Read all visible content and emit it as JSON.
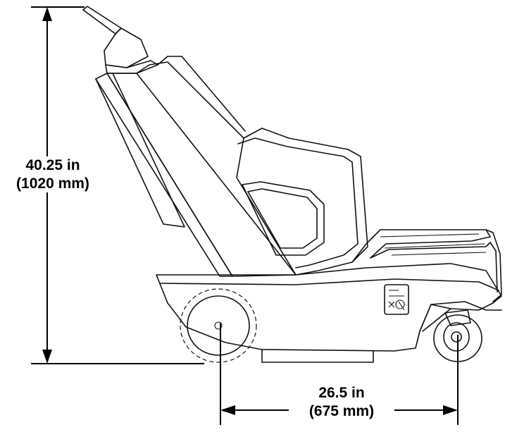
{
  "dimensions": {
    "height": {
      "imperial": "40.25 in",
      "metric": "(1020 mm)"
    },
    "width": {
      "imperial": "26.5 in",
      "metric": "(675 mm)"
    }
  },
  "machine": {
    "icon": "machine-side-view-icon",
    "decal_icon": "control-decal-icon"
  }
}
